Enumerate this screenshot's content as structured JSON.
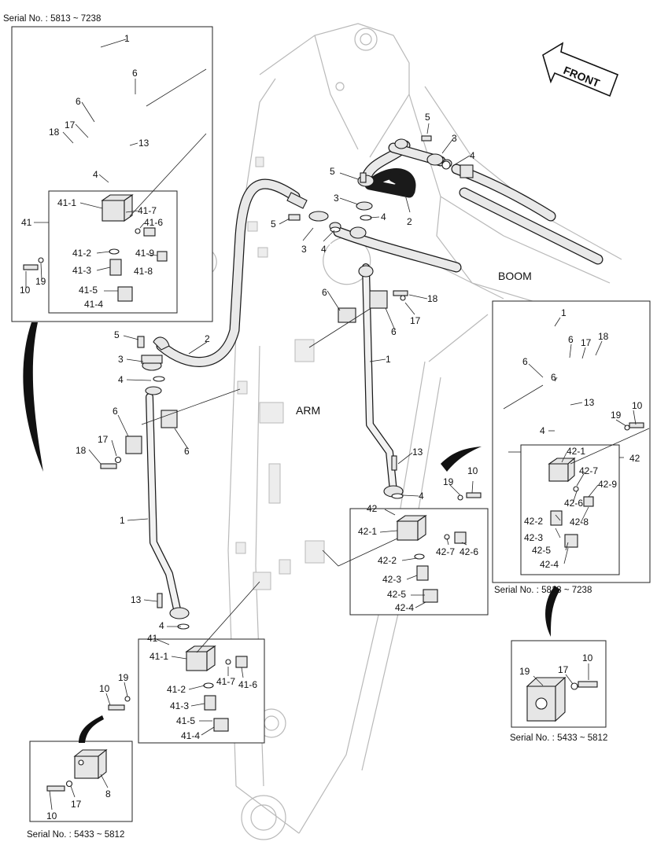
{
  "header": {
    "serial_top_left": "Serial No. : 5813 ~ 7238",
    "front_label": "FRONT"
  },
  "regions": {
    "boom": "BOOM",
    "arm": "ARM"
  },
  "serial_labels": {
    "right_inset": "Serial No. : 5813 ~ 7238",
    "bottom_right": "Serial No. : 5433 ~ 5812",
    "bottom_left": "Serial No. : 5433 ~ 5812"
  },
  "callouts": {
    "c1": "1",
    "c2": "2",
    "c3": "3",
    "c4": "4",
    "c5": "5",
    "c6": "6",
    "c8": "8",
    "c10": "10",
    "c13": "13",
    "c17": "17",
    "c18": "18",
    "c19": "19",
    "c41": "41",
    "c42": "42",
    "c41_1": "41-1",
    "c41_2": "41-2",
    "c41_3": "41-3",
    "c41_4": "41-4",
    "c41_5": "41-5",
    "c41_6": "41-6",
    "c41_7": "41-7",
    "c41_8": "41-8",
    "c41_9": "41-9",
    "c42_1": "42-1",
    "c42_2": "42-2",
    "c42_3": "42-3",
    "c42_4": "42-4",
    "c42_5": "42-5",
    "c42_6": "42-6",
    "c42_7": "42-7",
    "c42_8": "42-8",
    "c42_9": "42-9"
  },
  "icons": {
    "front_arrow": "front-arrow-icon"
  }
}
